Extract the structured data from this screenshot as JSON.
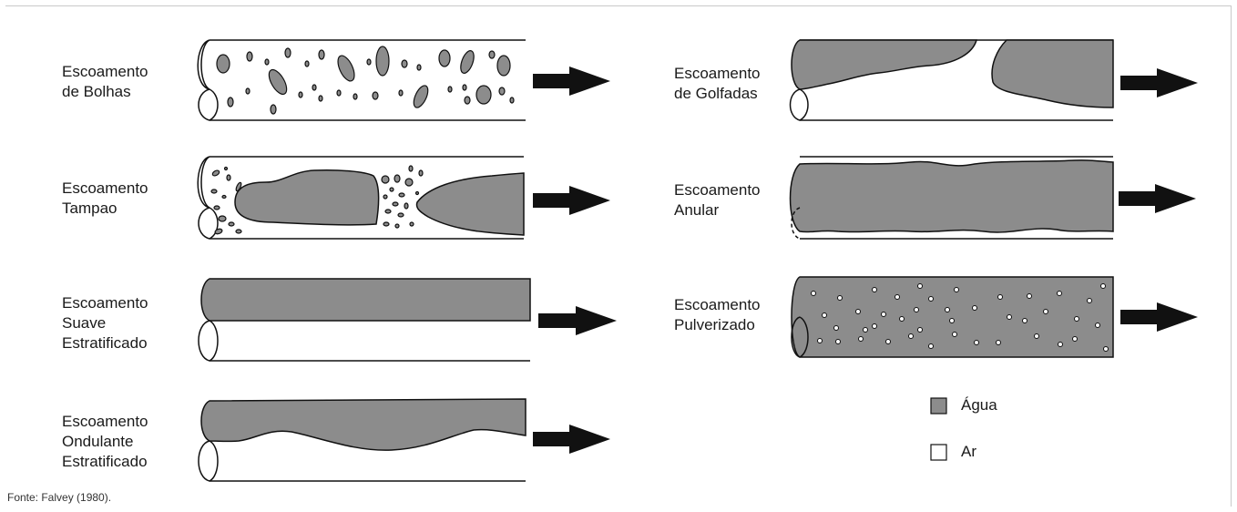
{
  "labels": {
    "bubbles": [
      "Escoamento",
      "de Bolhas"
    ],
    "plug": [
      "Escoamento",
      "Tampao"
    ],
    "smooth": [
      "Escoamento",
      "Suave",
      "Estratificado"
    ],
    "wavy": [
      "Escoamento",
      "Ondulante",
      "Estratificado"
    ],
    "slug": [
      "Escoamento",
      "de Golfadas"
    ],
    "annular": [
      "Escoamento",
      "Anular"
    ],
    "spray": [
      "Escoamento",
      "Pulverizado"
    ]
  },
  "legend": {
    "water": "Água",
    "air": "Ar"
  },
  "source": "Fonte: Falvey (1980).",
  "colors": {
    "water": "#8c8c8c",
    "outline": "#111111",
    "arrow": "#111111",
    "background": "#ffffff"
  }
}
